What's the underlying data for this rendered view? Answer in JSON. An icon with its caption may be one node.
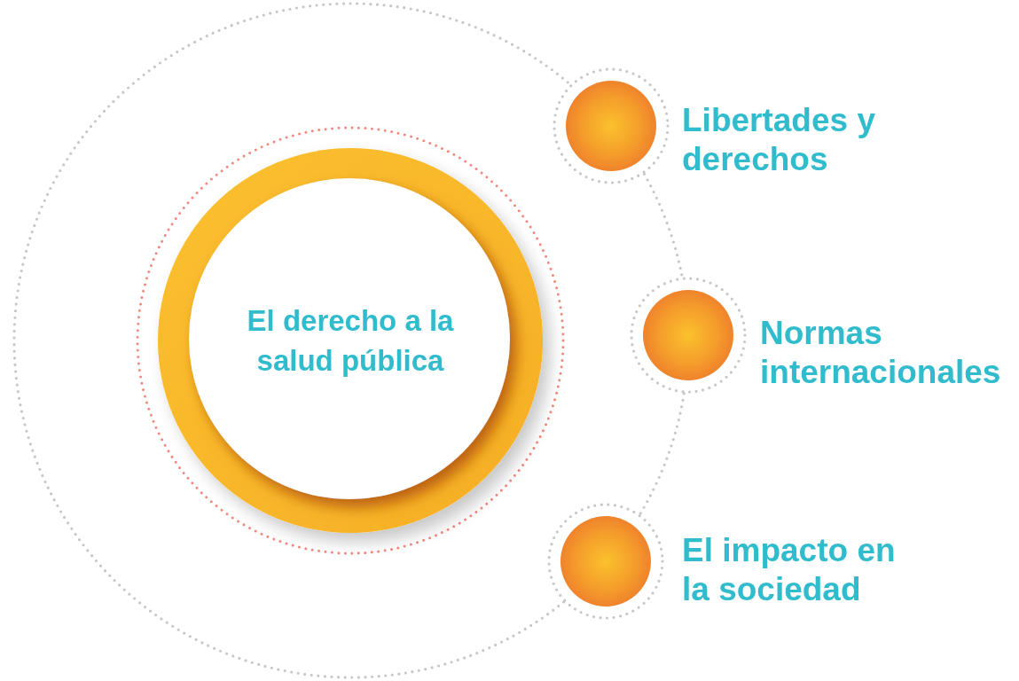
{
  "diagram": {
    "nodes": [
      {
        "text": [
          "El derecho a la salud pública"
        ]
      },
      {
        "text": [],
        "shape": "circle",
        "beside": [
          "Libertades y derechos"
        ]
      },
      {
        "text": [],
        "shape": "circle",
        "beside": [
          "Normas internacionales"
        ]
      },
      {
        "text": [],
        "shape": "circle",
        "beside": [
          "El impacto en la sociedad"
        ]
      }
    ],
    "edges": [
      {
        "from": 1,
        "to": 2,
        "arrow": "none",
        "style": "dashed"
      },
      {
        "from": 2,
        "to": 3,
        "arrow": "none",
        "style": "dashed"
      },
      {
        "from": 3,
        "to": 1,
        "arrow": "none",
        "style": "dashed"
      }
    ]
  }
}
